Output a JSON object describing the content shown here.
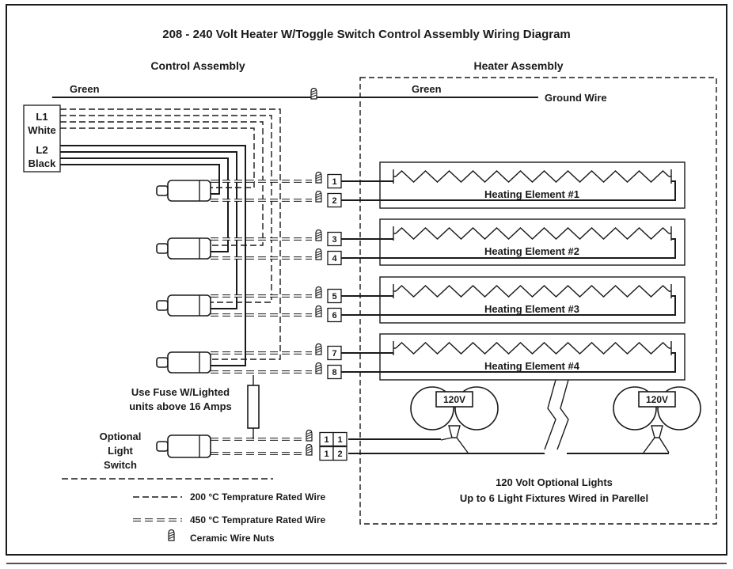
{
  "title": "208 - 240 Volt Heater W/Toggle Switch Control Assembly Wiring Diagram",
  "sections": {
    "control": "Control Assembly",
    "heater": "Heater Assembly"
  },
  "ground_wire": {
    "label_left": "Green",
    "label_mid": "Green",
    "label_right": "Ground Wire"
  },
  "supply": {
    "l1": "L1",
    "l1_wire": "White",
    "l2": "L2",
    "l2_wire": "Black"
  },
  "heating_elements": [
    {
      "label": "Heating Element #1",
      "terminal_top": "1",
      "terminal_bottom": "2"
    },
    {
      "label": "Heating Element #2",
      "terminal_top": "3",
      "terminal_bottom": "4"
    },
    {
      "label": "Heating Element #3",
      "terminal_top": "5",
      "terminal_bottom": "6"
    },
    {
      "label": "Heating Element #4",
      "terminal_top": "7",
      "terminal_bottom": "8"
    }
  ],
  "fuse_note": {
    "line1": "Use Fuse W/Lighted",
    "line2": "units above 16 Amps"
  },
  "light_switch_label": {
    "line1": "Optional",
    "line2": "Light",
    "line3": "Switch"
  },
  "light_terminals": {
    "row1_a": "1",
    "row1_b": "1",
    "row2_a": "1",
    "row2_b": "2"
  },
  "fixtures": {
    "voltage1": "120V",
    "voltage2": "120V"
  },
  "lights_note": {
    "line1": "120 Volt Optional Lights",
    "line2": "Up to 6 Light Fixtures Wired in Parellel"
  },
  "legend": {
    "wire200": "200 °C Temprature Rated Wire",
    "wire450": "450 °C Temprature Rated Wire",
    "nuts": "Ceramic Wire Nuts"
  }
}
